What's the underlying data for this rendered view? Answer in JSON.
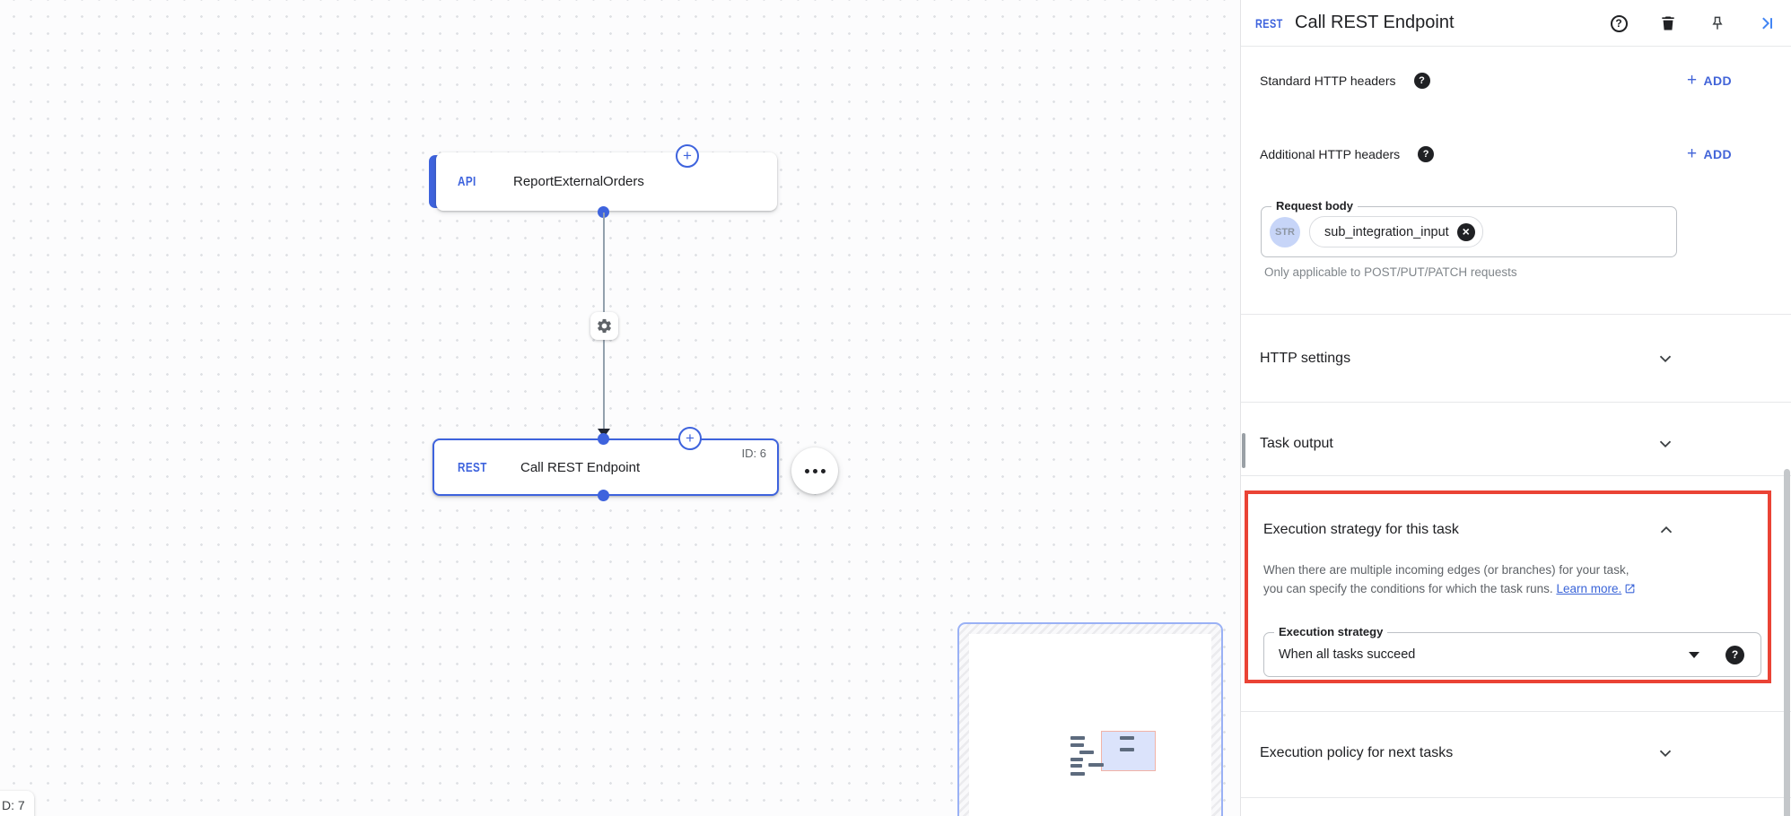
{
  "colors": {
    "accent_blue": "#3e63dd",
    "highlight_red": "#ea4335"
  },
  "canvas": {
    "nodes": [
      {
        "badge": "API",
        "label": "ReportExternalOrders"
      },
      {
        "badge": "REST",
        "label": "Call REST Endpoint",
        "id_label": "ID: 6"
      }
    ],
    "partial_node_id_label": "D: 7"
  },
  "panel": {
    "badge": "REST",
    "title": "Call REST Endpoint",
    "header_rows": [
      {
        "label": "Standard HTTP headers",
        "add_label": "ADD"
      },
      {
        "label": "Additional HTTP headers",
        "add_label": "ADD"
      }
    ],
    "request_body": {
      "label": "Request body",
      "type_badge": "STR",
      "chip": "sub_integration_input",
      "helper": "Only applicable to POST/PUT/PATCH requests"
    },
    "sections": {
      "http_settings": "HTTP settings",
      "task_output": "Task output",
      "execution_strategy": {
        "title": "Execution strategy for this task",
        "description_line1": "When there are multiple incoming edges (or branches) for your task,",
        "description_line2": "you can specify the conditions for which the task runs.",
        "learn_more": "Learn more.",
        "field_label": "Execution strategy",
        "field_value": "When all tasks succeed"
      },
      "execution_policy": "Execution policy for next tasks"
    }
  }
}
